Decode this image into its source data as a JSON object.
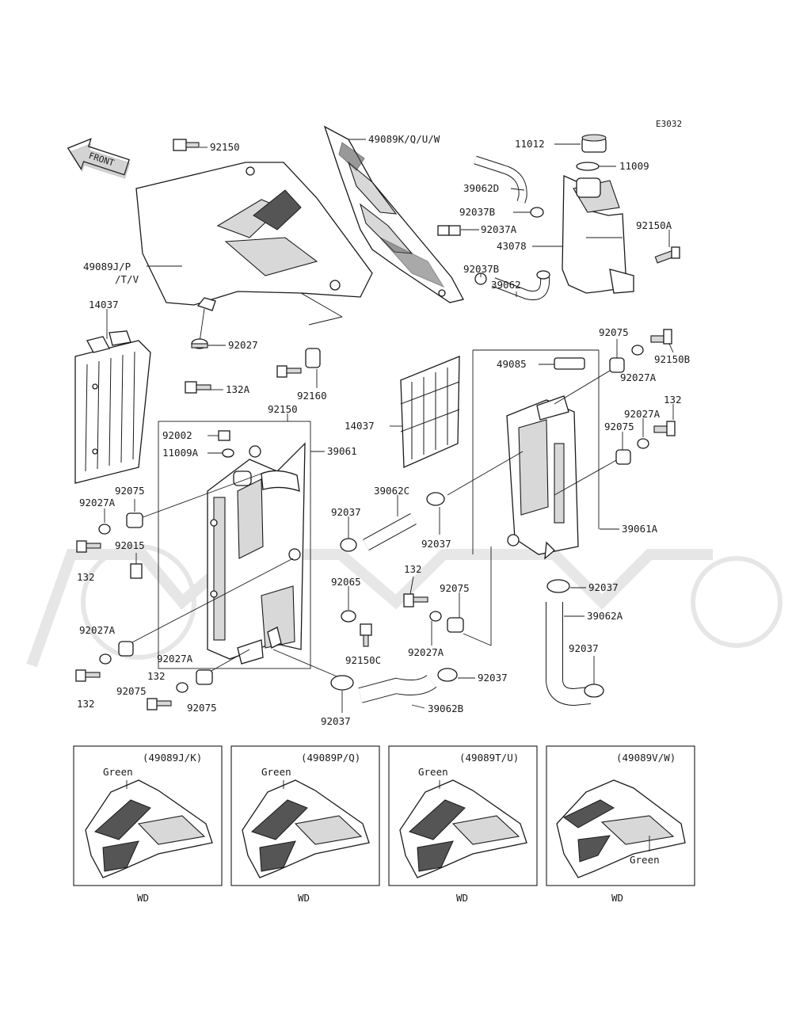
{
  "diagram_code": "E3032",
  "front_label": "FRONT",
  "parts": {
    "p92150_top": "92150",
    "p49089KQUW": "49089K/Q/U/W",
    "p11012": "11012",
    "p11009": "11009",
    "p39062D": "39062D",
    "p92037B_a": "92037B",
    "p92037A_a": "92037A",
    "p43078": "43078",
    "p92150A": "92150A",
    "p49089JPTV_1": "49089J/P",
    "p49089JPTV_2": "/T/V",
    "p14037_left": "14037",
    "p92037B_b": "92037B",
    "p39062": "39062",
    "p92075_r1": "92075",
    "p92150B": "92150B",
    "p49085": "49085",
    "p92027A_r1": "92027A",
    "p92027": "92027",
    "p132A": "132A",
    "p92160": "92160",
    "p132_r": "132",
    "p92150_mid": "92150",
    "p14037_mid": "14037",
    "p92027A_r2": "92027A",
    "p92002": "92002",
    "p11009A": "11009A",
    "p39061": "39061",
    "p92075_r2": "92075",
    "p92075_l1": "92075",
    "p39062C": "39062C",
    "p92027A_l1": "92027A",
    "p92037_c1": "92037",
    "p92037_c2": "92037",
    "p92015": "92015",
    "p39061A": "39061A",
    "p132_l1": "132",
    "p132_c": "132",
    "p92065": "92065",
    "p92075_c": "92075",
    "p92037_r1": "92037",
    "p39062A": "39062A",
    "p92027A_l2": "92027A",
    "p92150C": "92150C",
    "p92027A_c": "92027A",
    "p92037_r2": "92037",
    "p92027A_l3": "92027A",
    "p132_l2": "132",
    "p92075_l2": "92075",
    "p92037_c3": "92037",
    "p132_l3": "132",
    "p92075_l3": "92075",
    "p39062B": "39062B",
    "p92037_c4": "92037"
  },
  "variants": [
    {
      "code": "(49089J/K)",
      "note": "Green",
      "model": "WD"
    },
    {
      "code": "(49089P/Q)",
      "note": "Green",
      "model": "WD"
    },
    {
      "code": "(49089T/U)",
      "note": "Green",
      "model": "WD"
    },
    {
      "code": "(49089V/W)",
      "note": "Green",
      "model": "WD"
    }
  ],
  "colors": {
    "line": "#1a1a1a",
    "watermark": "#e4e4e4",
    "background": "#ffffff"
  }
}
